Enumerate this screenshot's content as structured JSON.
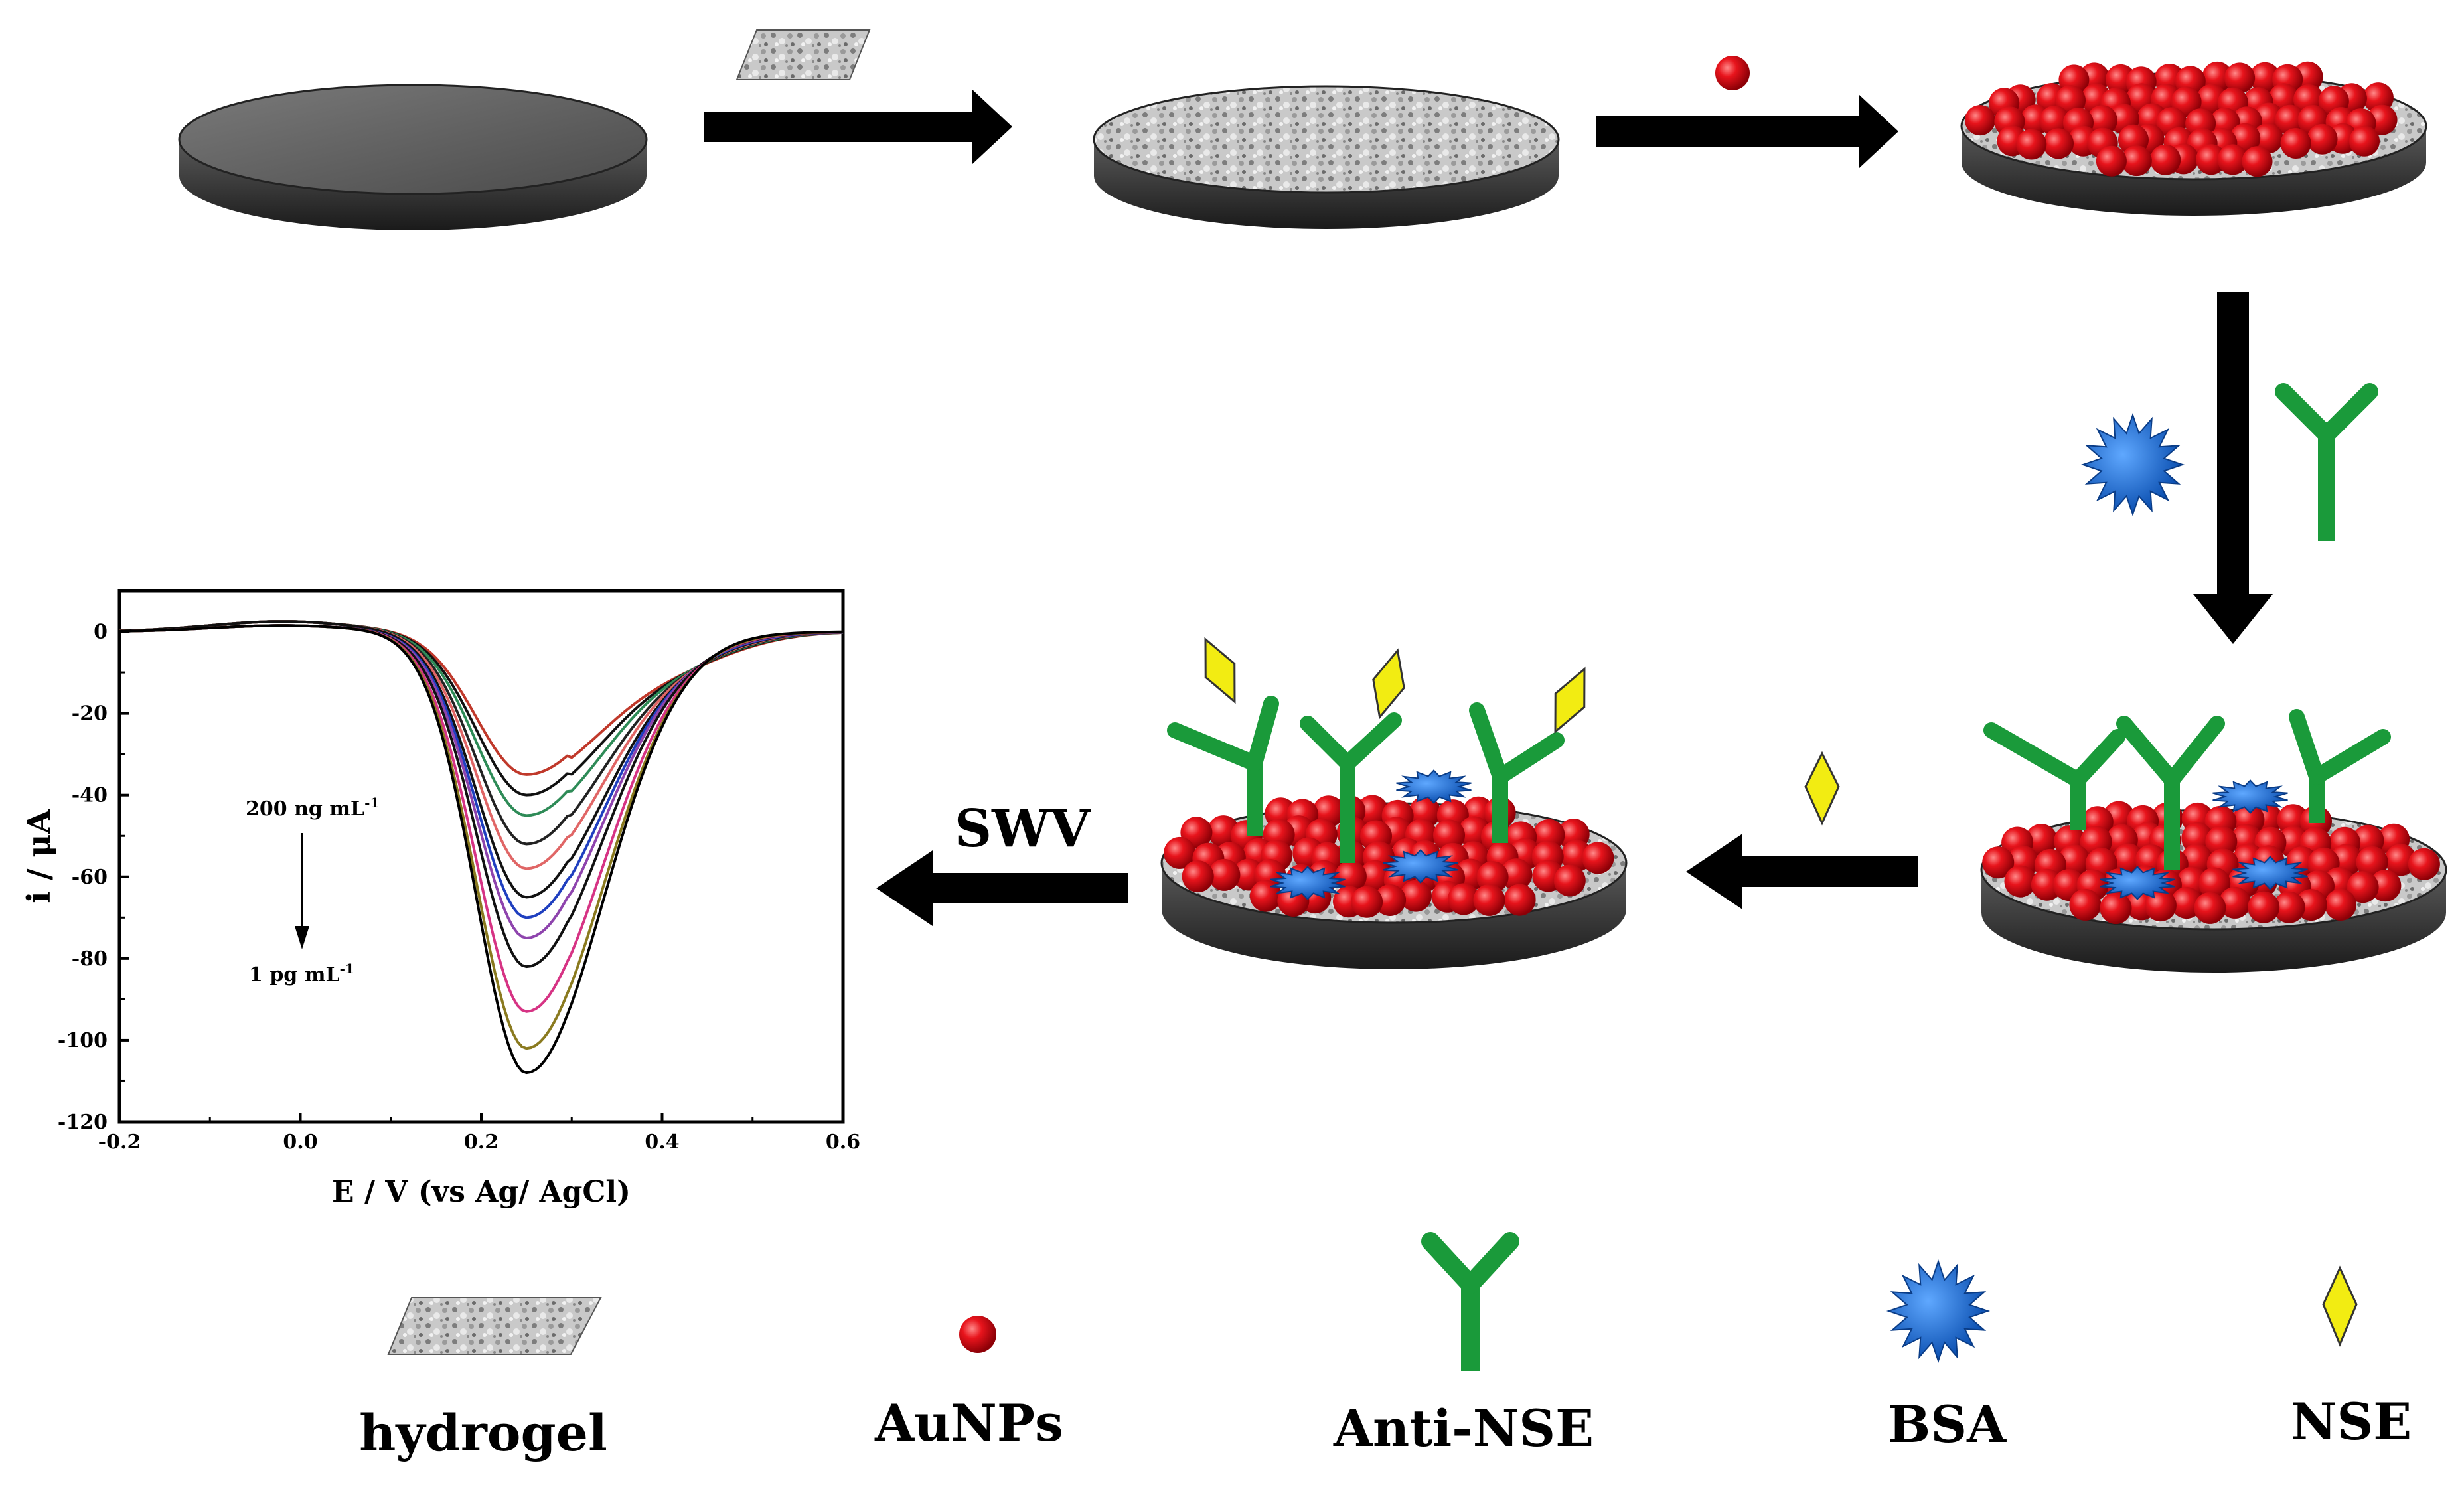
{
  "diagram": {
    "step_label": "SWV",
    "legend": [
      {
        "label": "hydrogel",
        "icon": "hydrogel-sheet-icon"
      },
      {
        "label": "AuNPs",
        "icon": "gold-nanoparticle-icon"
      },
      {
        "label": "Anti-NSE",
        "icon": "antibody-icon"
      },
      {
        "label": "BSA",
        "icon": "bsa-star-icon"
      },
      {
        "label": "NSE",
        "icon": "nse-diamond-icon"
      }
    ],
    "colors": {
      "aunp": "#e8141c",
      "antibody": "#1a9a3a",
      "bsa": "#1d6fd6",
      "nse": "#f2ec12",
      "electrode": "#4a4a4a",
      "arrow": "#000000"
    }
  },
  "chart_data": {
    "type": "line",
    "xlabel": "E / V (vs Ag/ AgCl)",
    "ylabel": "i / μA",
    "xlim": [
      -0.2,
      0.6
    ],
    "ylim": [
      -120,
      10
    ],
    "xticks": [
      "-0.2",
      "0.0",
      "0.2",
      "0.4",
      "0.6"
    ],
    "yticks": [
      "0",
      "-20",
      "-40",
      "-60",
      "-80",
      "-100",
      "-120"
    ],
    "annotation_top": "200 ng mL",
    "annotation_top_sup": "-1",
    "annotation_bottom": "1 pg mL",
    "annotation_bottom_sup": "-1",
    "series": [
      {
        "color": "#c0392b",
        "peak_x": 0.25,
        "peak_y": -35
      },
      {
        "color": "#111111",
        "peak_x": 0.25,
        "peak_y": -40
      },
      {
        "color": "#2e8b57",
        "peak_x": 0.25,
        "peak_y": -45
      },
      {
        "color": "#222222",
        "peak_x": 0.25,
        "peak_y": -52
      },
      {
        "color": "#e06666",
        "peak_x": 0.25,
        "peak_y": -58
      },
      {
        "color": "#111111",
        "peak_x": 0.25,
        "peak_y": -65
      },
      {
        "color": "#1f3fbf",
        "peak_x": 0.25,
        "peak_y": -70
      },
      {
        "color": "#8e44ad",
        "peak_x": 0.25,
        "peak_y": -75
      },
      {
        "color": "#111111",
        "peak_x": 0.25,
        "peak_y": -82
      },
      {
        "color": "#d63384",
        "peak_x": 0.25,
        "peak_y": -93
      },
      {
        "color": "#8a7a1f",
        "peak_x": 0.25,
        "peak_y": -102
      },
      {
        "color": "#000000",
        "peak_x": 0.25,
        "peak_y": -108
      }
    ]
  }
}
